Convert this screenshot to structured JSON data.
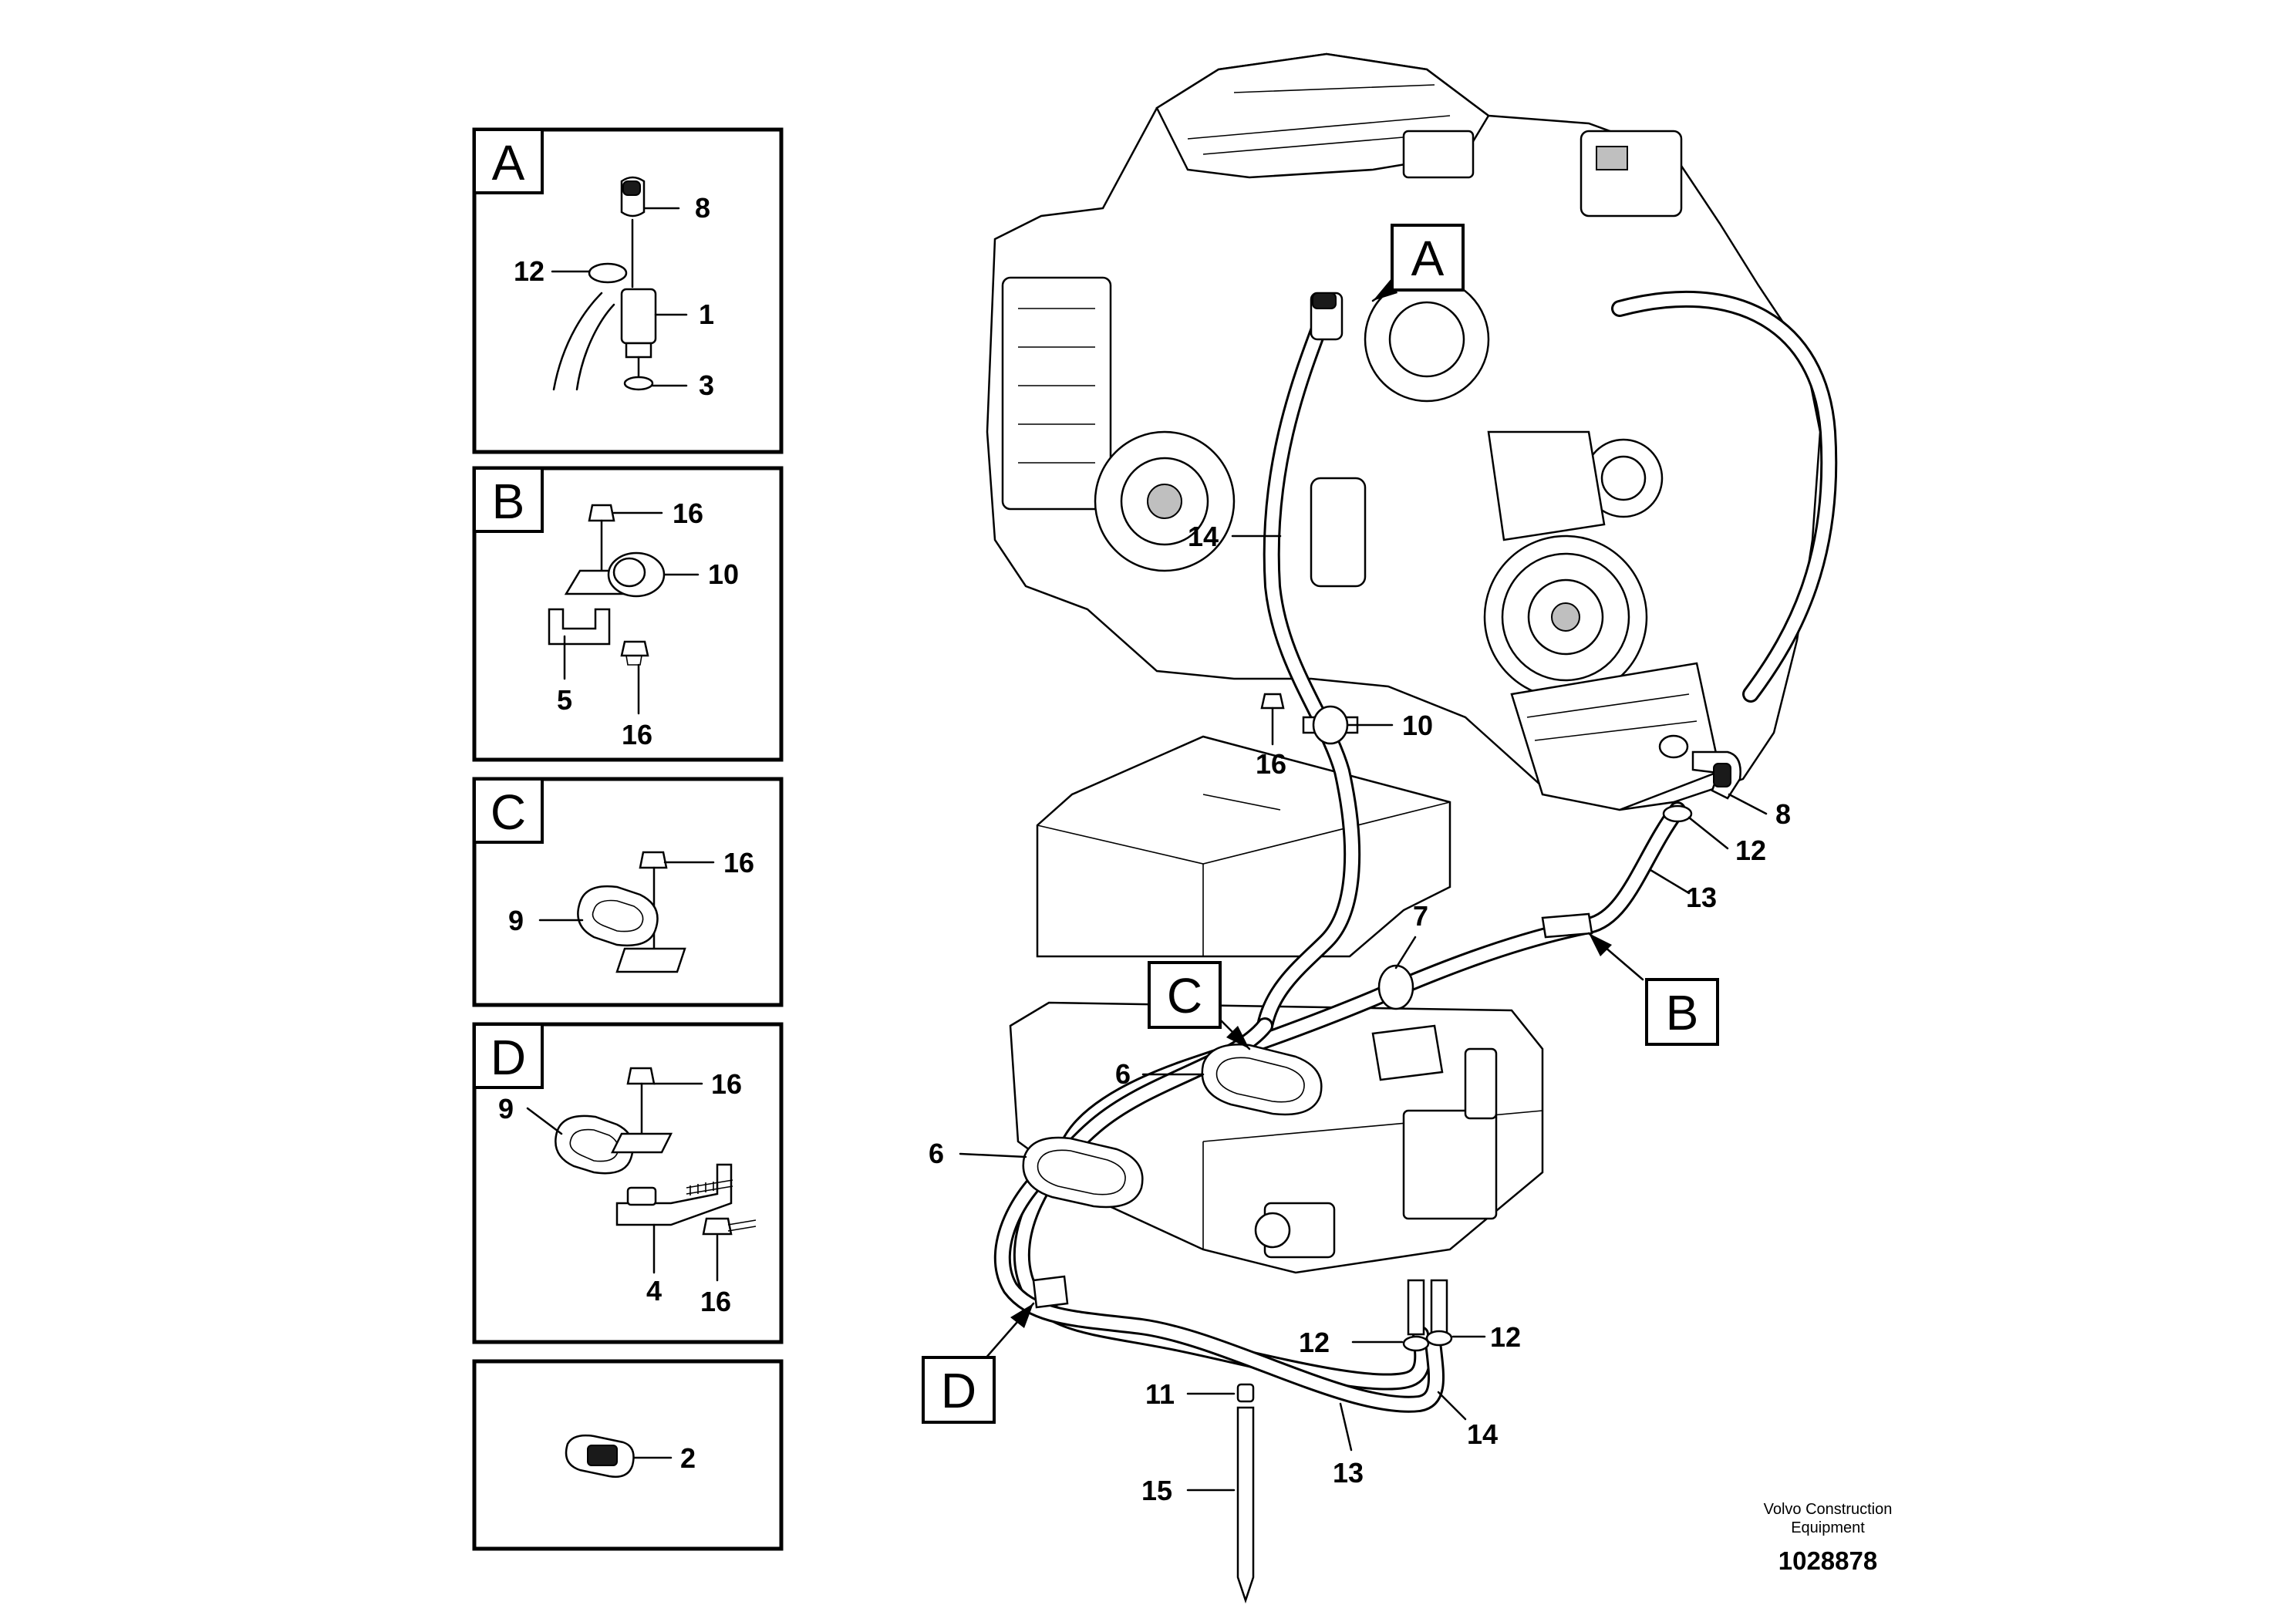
{
  "detail_views": [
    {
      "letter": "A",
      "callouts": [
        "8",
        "12",
        "1",
        "3"
      ]
    },
    {
      "letter": "B",
      "callouts": [
        "16",
        "10",
        "5",
        "16"
      ]
    },
    {
      "letter": "C",
      "callouts": [
        "16",
        "9"
      ]
    },
    {
      "letter": "D",
      "callouts": [
        "16",
        "9",
        "4",
        "16"
      ]
    },
    {
      "letter": "",
      "callouts": [
        "2"
      ]
    }
  ],
  "main_view": {
    "view_tags": [
      "A",
      "B",
      "C",
      "D"
    ],
    "callouts": [
      "14",
      "10",
      "16",
      "8",
      "12",
      "13",
      "7",
      "6",
      "6",
      "12",
      "12",
      "11",
      "14",
      "13",
      "15"
    ]
  },
  "footer": {
    "brand_line1": "Volvo Construction",
    "brand_line2": "Equipment",
    "figure_number": "1028878"
  }
}
